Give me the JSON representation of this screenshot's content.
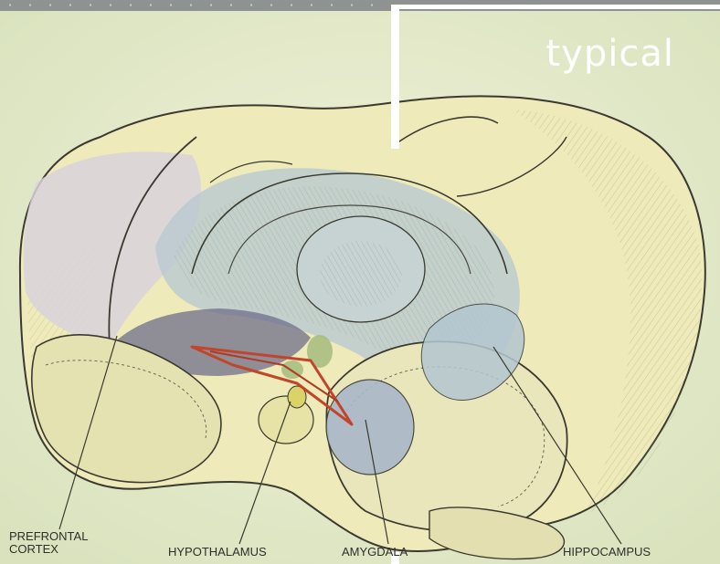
{
  "overlay": {
    "tag_text": "typical"
  },
  "labels": {
    "prefrontal_cortex": "PREFRONTAL CORTEX",
    "hypothalamus": "HYPOTHALAMUS",
    "amygdala": "AMYGDALA",
    "hippocampus": "HIPPOCAMPUS"
  },
  "colors": {
    "background": "#e6eccc",
    "brain_fill": "#eeeab9",
    "limbic_blue": "#b9c9cf",
    "prefrontal_lavender": "#d8d2dc",
    "overlay_text": "#ffffff",
    "arrow_red": "#c0452a"
  }
}
